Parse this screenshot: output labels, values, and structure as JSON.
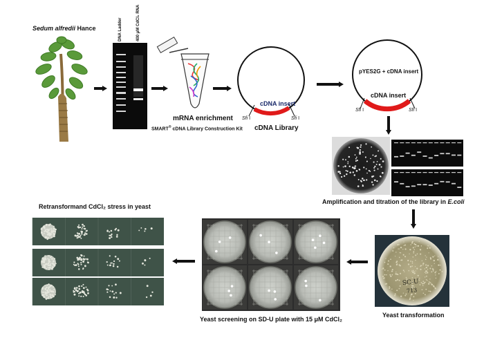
{
  "plant": {
    "species": "Sedum alfredii",
    "authority": "Hance"
  },
  "gel": {
    "lane1_label": "DNA Ladder",
    "lane2_label": "400 μM CdCl₂ RNA"
  },
  "mrna": {
    "title": "mRNA enrichment",
    "kit_prefix": "SMART",
    "kit_reg": "®",
    "kit_suffix": " cDNA Library Construction Kit"
  },
  "library": {
    "insert_label": "cDNA insert",
    "site_left": "Sfi",
    "site_right": "Sfi",
    "site_suffix": " I",
    "title": "cDNA Library"
  },
  "vector": {
    "name": "pYES2G + cDNA insert",
    "insert_label": "cDNA insert",
    "site_left": "Sfi",
    "site_right": "Sfi",
    "site_suffix": " I"
  },
  "amplification": {
    "caption_main": "Amplification and titration of the library in ",
    "caption_organism": "E.coli"
  },
  "transformation": {
    "plate_text_line1": "SC-U",
    "plate_text_line2": "713",
    "caption": "Yeast transformation"
  },
  "screening": {
    "caption": "Yeast screening on SD-U plate with 15 μM CdCl₂"
  },
  "retransform": {
    "caption": "Retransformand CdCl₂ stress in yeast"
  },
  "colors": {
    "insert_red": "#e01a1a",
    "gel_bg": "#0b0b0b",
    "spot_bg": "#3f5348",
    "plate_bg": "#3a3a38"
  }
}
